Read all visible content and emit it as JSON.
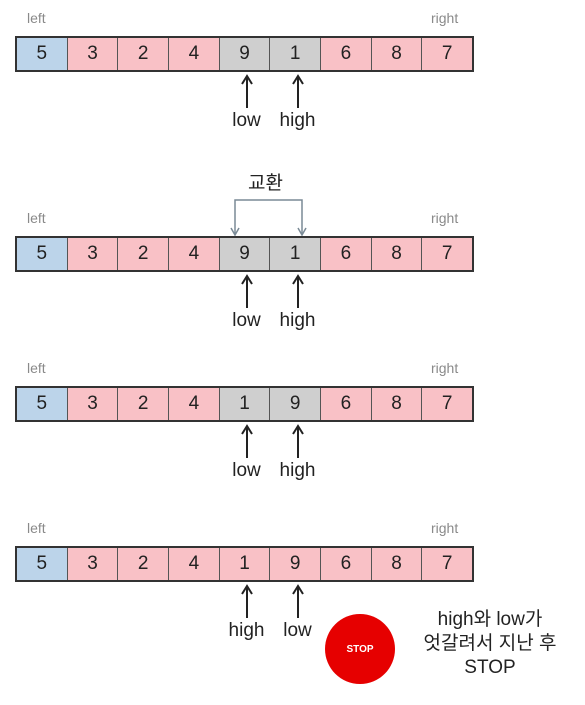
{
  "colors": {
    "pivot": "#bcd4ea",
    "normal": "#f9c1c6",
    "active": "#cfcfcf",
    "stop": "#e60000"
  },
  "panels": [
    {
      "left_label": "left",
      "right_label": "right",
      "cells": [
        {
          "value": "5",
          "role": "pivot"
        },
        {
          "value": "3",
          "role": "normal"
        },
        {
          "value": "2",
          "role": "normal"
        },
        {
          "value": "4",
          "role": "normal"
        },
        {
          "value": "9",
          "role": "active"
        },
        {
          "value": "1",
          "role": "active"
        },
        {
          "value": "6",
          "role": "normal"
        },
        {
          "value": "8",
          "role": "normal"
        },
        {
          "value": "7",
          "role": "normal"
        }
      ],
      "pointers": [
        {
          "label": "low",
          "index": 4
        },
        {
          "label": "high",
          "index": 5
        }
      ]
    },
    {
      "swap_label": "교환",
      "left_label": "left",
      "right_label": "right",
      "cells": [
        {
          "value": "5",
          "role": "pivot"
        },
        {
          "value": "3",
          "role": "normal"
        },
        {
          "value": "2",
          "role": "normal"
        },
        {
          "value": "4",
          "role": "normal"
        },
        {
          "value": "9",
          "role": "active"
        },
        {
          "value": "1",
          "role": "active"
        },
        {
          "value": "6",
          "role": "normal"
        },
        {
          "value": "8",
          "role": "normal"
        },
        {
          "value": "7",
          "role": "normal"
        }
      ],
      "pointers": [
        {
          "label": "low",
          "index": 4
        },
        {
          "label": "high",
          "index": 5
        }
      ]
    },
    {
      "left_label": "left",
      "right_label": "right",
      "cells": [
        {
          "value": "5",
          "role": "pivot"
        },
        {
          "value": "3",
          "role": "normal"
        },
        {
          "value": "2",
          "role": "normal"
        },
        {
          "value": "4",
          "role": "normal"
        },
        {
          "value": "1",
          "role": "active"
        },
        {
          "value": "9",
          "role": "active"
        },
        {
          "value": "6",
          "role": "normal"
        },
        {
          "value": "8",
          "role": "normal"
        },
        {
          "value": "7",
          "role": "normal"
        }
      ],
      "pointers": [
        {
          "label": "low",
          "index": 4
        },
        {
          "label": "high",
          "index": 5
        }
      ]
    },
    {
      "left_label": "left",
      "right_label": "right",
      "cells": [
        {
          "value": "5",
          "role": "pivot"
        },
        {
          "value": "3",
          "role": "normal"
        },
        {
          "value": "2",
          "role": "normal"
        },
        {
          "value": "4",
          "role": "normal"
        },
        {
          "value": "1",
          "role": "normal"
        },
        {
          "value": "9",
          "role": "normal"
        },
        {
          "value": "6",
          "role": "normal"
        },
        {
          "value": "8",
          "role": "normal"
        },
        {
          "value": "7",
          "role": "normal"
        }
      ],
      "pointers": [
        {
          "label": "high",
          "index": 4
        },
        {
          "label": "low",
          "index": 5
        }
      ]
    }
  ],
  "stop": {
    "sign_text": "STOP",
    "note_lines": [
      "high와 low가",
      "엇갈려서 지난 후",
      "STOP"
    ]
  }
}
